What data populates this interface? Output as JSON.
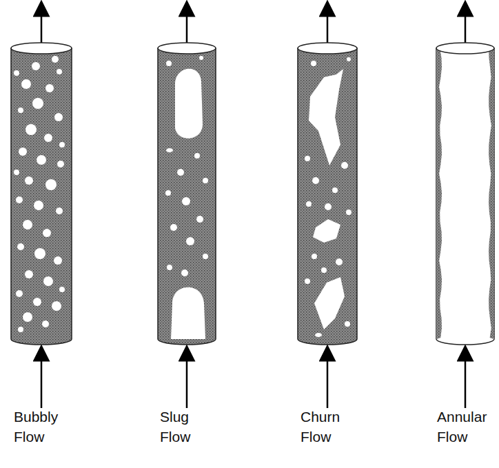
{
  "diagram": {
    "labels": [
      "Bubbly Flow",
      "Slug Flow",
      "Churn Flow",
      "Annular Flow"
    ]
  }
}
